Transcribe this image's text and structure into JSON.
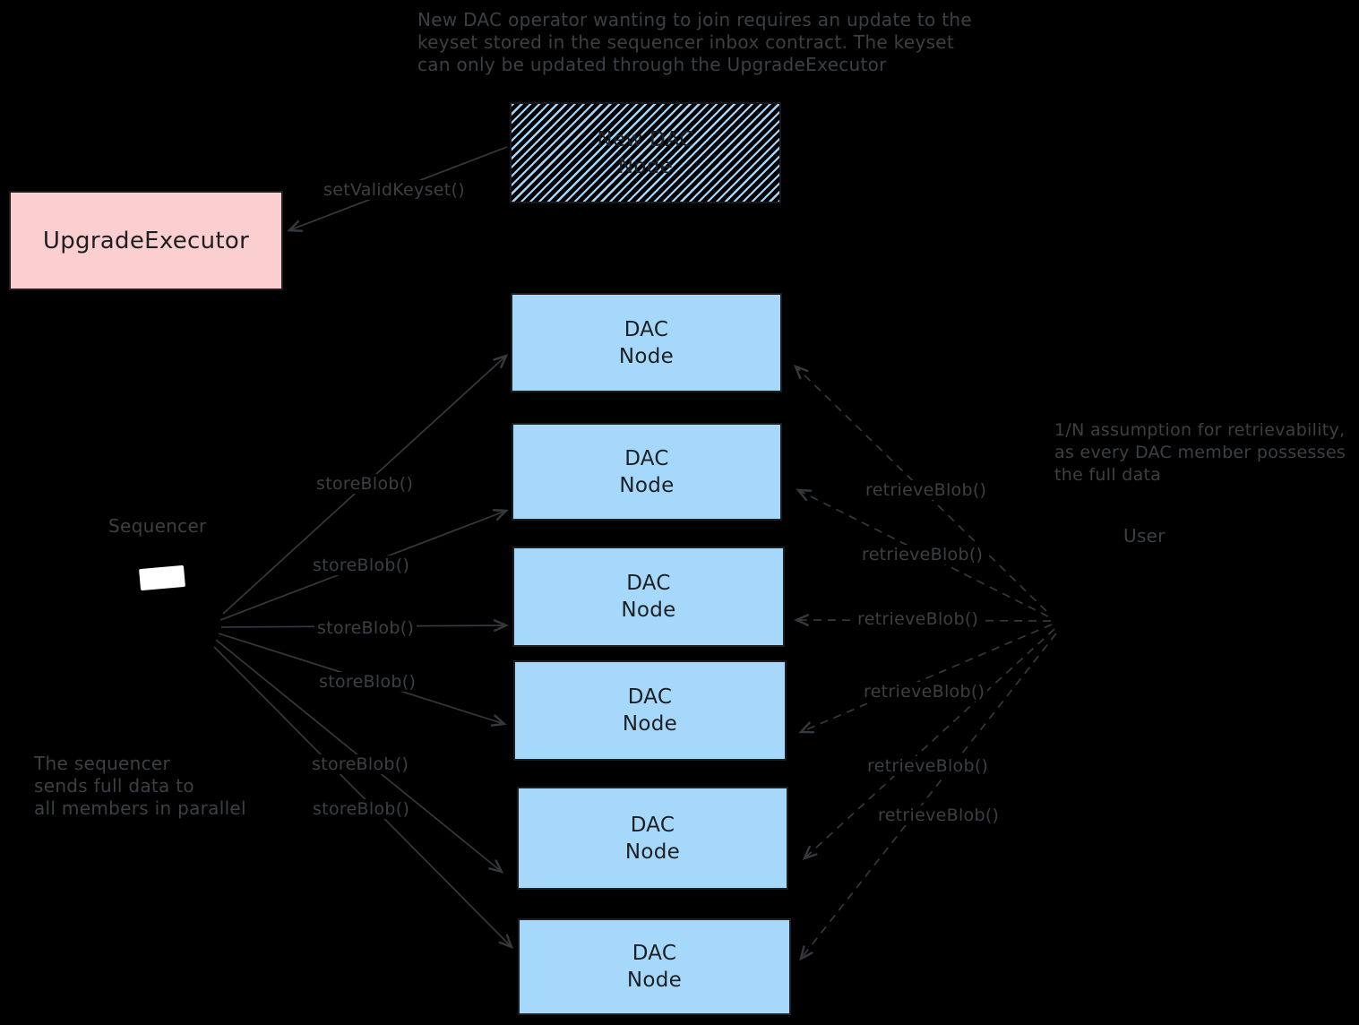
{
  "colors": {
    "background": "#000000",
    "ink": "#3c4044",
    "arrow": "#35383c",
    "box_border": "#1e1e1e",
    "box_text": "#1d1f22",
    "dac_node_fill": "#a5d8fb",
    "upgrade_executor_fill": "#fbcfcf",
    "hatch_line": "#a5d8ff",
    "sequencer_mark": "#ffffff"
  },
  "notes": {
    "top": [
      "New DAC operator wanting to join requires an update to the",
      "keyset stored in the sequencer inbox contract. The keyset",
      "can only be updated through the UpgradeExecutor"
    ],
    "sequencer_parallel": [
      "The sequencer",
      "sends full data to",
      "all members in parallel"
    ],
    "retrievability": [
      "1/N assumption for retrievability,",
      "as every DAC member possesses",
      "the full data"
    ]
  },
  "actors": {
    "sequencer": "Sequencer",
    "user": "User"
  },
  "boxes": {
    "upgrade_executor": "UpgradeExecutor",
    "new_dac_node": [
      "New DAC",
      "Node"
    ],
    "dac_nodes": [
      [
        "DAC",
        "Node"
      ],
      [
        "DAC",
        "Node"
      ],
      [
        "DAC",
        "Node"
      ],
      [
        "DAC",
        "Node"
      ],
      [
        "DAC",
        "Node"
      ],
      [
        "DAC",
        "Node"
      ]
    ]
  },
  "edge_labels": {
    "set_valid_keyset": "setValidKeyset()",
    "store_blob": [
      "storeBlob()",
      "storeBlob()",
      "storeBlob()",
      "storeBlob()",
      "storeBlob()",
      "storeBlob()"
    ],
    "retrieve_blob": [
      "retrieveBlob()",
      "retrieveBlob()",
      "retrieveBlob()",
      "retrieveBlob()",
      "retrieveBlob()",
      "retrieveBlob()"
    ]
  }
}
